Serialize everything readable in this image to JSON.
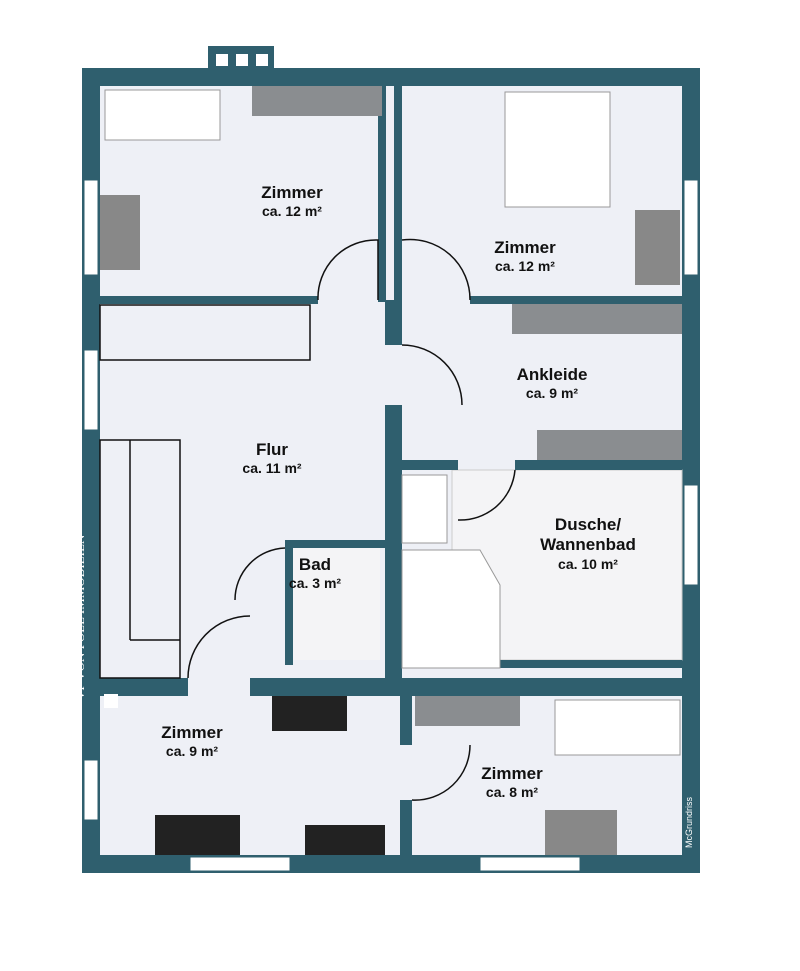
{
  "colors": {
    "wall": "#2f5f6e",
    "floor": "#eef0f6",
    "tile": "#f4f4f6",
    "furniture": "#8a8d90"
  },
  "rooms": [
    {
      "name": "Zimmer",
      "area": "ca. 12 m²"
    },
    {
      "name": "Zimmer",
      "area": "ca. 12 m²"
    },
    {
      "name": "Ankleide",
      "area": "ca. 9 m²"
    },
    {
      "name": "Flur",
      "area": "ca. 11 m²"
    },
    {
      "name": "Bad",
      "area": "ca. 3 m²"
    },
    {
      "name": "Dusche/ Wannenbad",
      "area": "ca. 10 m²"
    },
    {
      "name": "Zimmer",
      "area": "ca. 9 m²"
    },
    {
      "name": "Zimmer",
      "area": "ca. 8 m²"
    }
  ],
  "logo": {
    "text": "VP VON POLL IMMOBILIEN"
  },
  "credit": "McGrundriss"
}
